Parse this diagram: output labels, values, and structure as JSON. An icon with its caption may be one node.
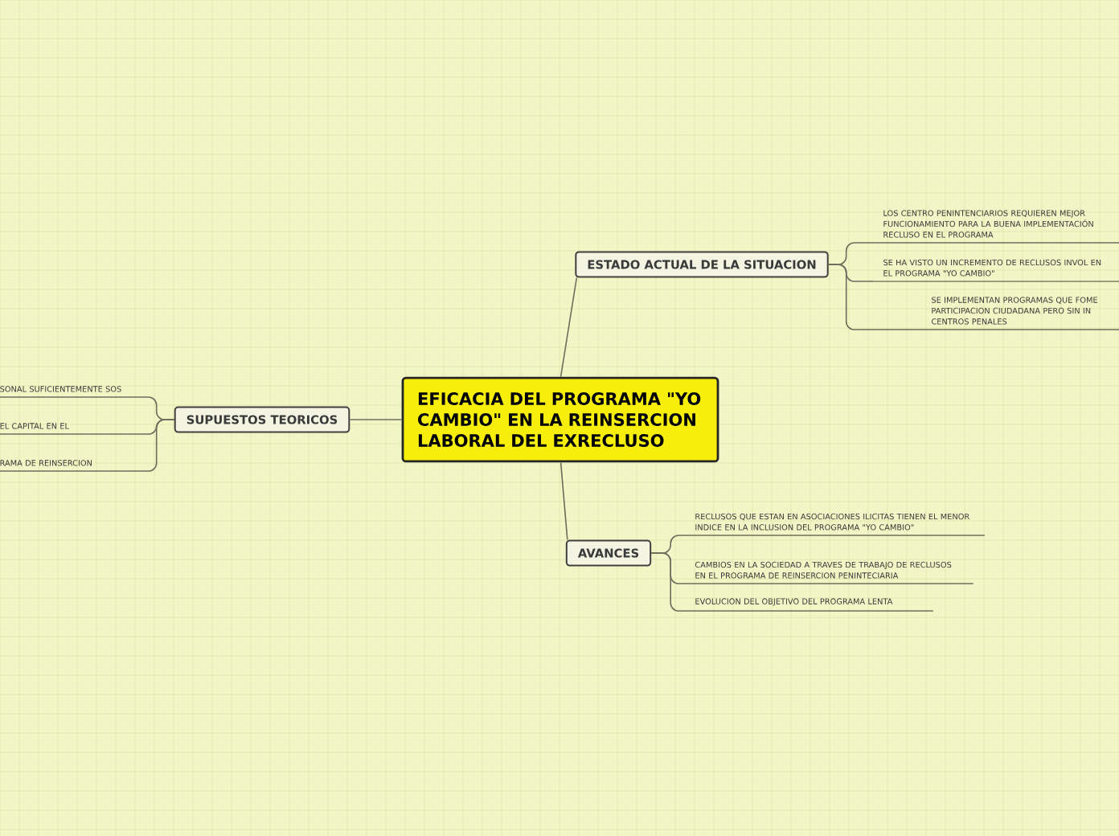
{
  "diagram": {
    "nodes": [
      {
        "text": [
          "EFICACIA DEL PROGRAMA \"YO CAMBIO\" EN LA REINSERCION LABORAL DEL EXRECLUSO"
        ]
      },
      {
        "text": [
          "ESTADO ACTUAL DE LA SITUACION"
        ]
      },
      {
        "text": [
          "LOS CENTRO PENINTENCIARIOS REQUIEREN MEJOR FUNCIONAMIENTO PARA LA BUENA IMPLEMENTACIÓN RECLUSO EN EL PROGRAMA"
        ]
      },
      {
        "text": [
          "SE HA VISTO UN INCREMENTO DE RECLUSOS INVOL EN EL PROGRAMA \"YO CAMBIO\""
        ]
      },
      {
        "text": [
          "SE IMPLEMENTAN PROGRAMAS QUE FOME PARTICIPACION CIUDADANA PERO SIN IN CENTROS PENALES"
        ]
      },
      {
        "text": [
          "SUPUESTOS TEORICOS"
        ]
      },
      {
        "text": [
          "SONAL SUFICIENTEMENTE SOS"
        ]
      },
      {
        "text": [
          "EL CAPITAL EN EL"
        ]
      },
      {
        "text": [
          "RAMA DE REINSERCION"
        ]
      },
      {
        "text": [
          "AVANCES"
        ]
      },
      {
        "text": [
          "RECLUSOS QUE ESTAN EN ASOCIACIONES ILICITAS TIENEN EL MENOR INDICE EN LA INCLUSION DEL PROGRAMA \"YO CAMBIO\""
        ]
      },
      {
        "text": [
          "CAMBIOS EN LA SOCIEDAD A TRAVES DE TRABAJO DE RECLUSOS EN EL PROGRAMA DE REINSERCION PENINTECIARIA"
        ]
      },
      {
        "text": [
          "EVOLUCION DEL OBJETIVO DEL PROGRAMA LENTA"
        ]
      }
    ],
    "edges": [
      {
        "from": 0,
        "to": 1,
        "arrow": "none"
      },
      {
        "from": 1,
        "to": 2,
        "arrow": "none"
      },
      {
        "from": 1,
        "to": 3,
        "arrow": "none"
      },
      {
        "from": 1,
        "to": 4,
        "arrow": "none"
      },
      {
        "from": 0,
        "to": 5,
        "arrow": "none"
      },
      {
        "from": 5,
        "to": 6,
        "arrow": "none"
      },
      {
        "from": 5,
        "to": 7,
        "arrow": "none"
      },
      {
        "from": 5,
        "to": 8,
        "arrow": "none"
      },
      {
        "from": 0,
        "to": 9,
        "arrow": "none"
      },
      {
        "from": 9,
        "to": 10,
        "arrow": "none"
      },
      {
        "from": 9,
        "to": 11,
        "arrow": "none"
      },
      {
        "from": 9,
        "to": 12,
        "arrow": "none"
      }
    ]
  }
}
